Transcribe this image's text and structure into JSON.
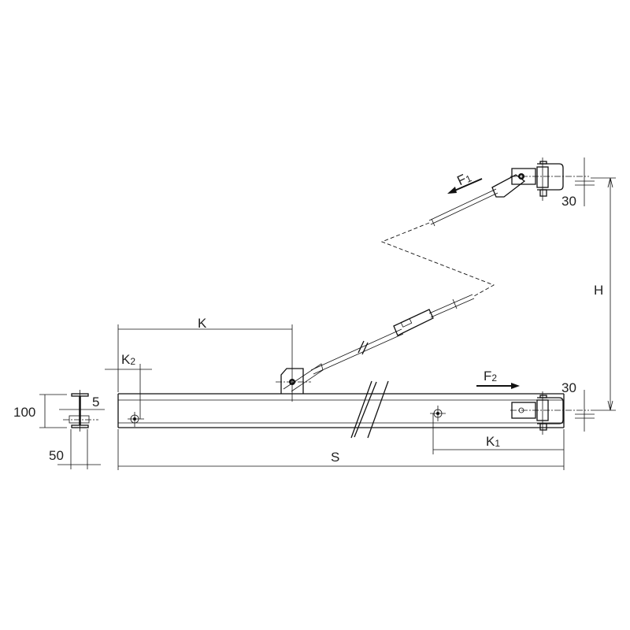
{
  "labels": {
    "F1": {
      "main": "F",
      "sub": "1"
    },
    "F2": {
      "main": "F",
      "sub": "2"
    },
    "H": "H",
    "K": "K",
    "K1": {
      "main": "K",
      "sub": "1"
    },
    "K2": {
      "main": "K",
      "sub": "2"
    },
    "S": "S",
    "top_offset": "30",
    "bottom_offset": "30",
    "profile_height": "100",
    "web_thickness": "5",
    "profile_width": "50"
  }
}
